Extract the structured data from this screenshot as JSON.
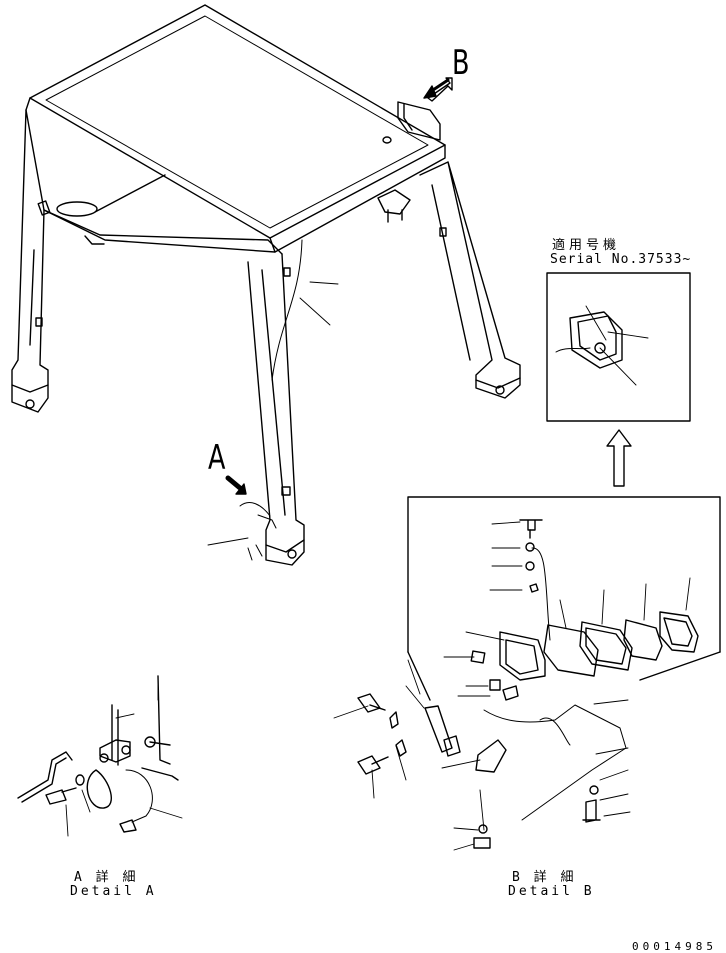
{
  "view_labels": {
    "a": "A",
    "b": "B"
  },
  "serial_box": {
    "title": "適用号機",
    "serial": "Serial No.37533~"
  },
  "captions": {
    "detail_a_jp": "A 詳 細",
    "detail_a_en": "Detail A",
    "detail_b_jp": "B 詳 細",
    "detail_b_en": "Detail B"
  },
  "part_id": "00014985"
}
